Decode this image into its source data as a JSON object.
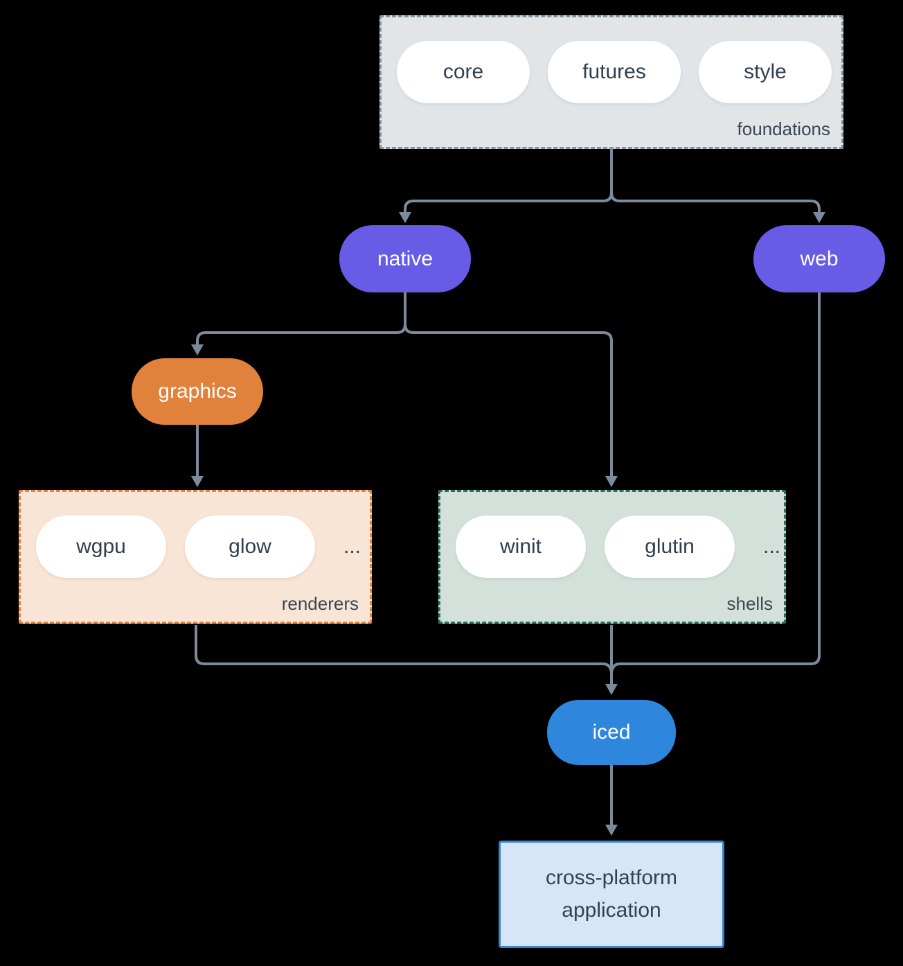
{
  "nodes": {
    "foundations": {
      "label": "foundations",
      "pills": [
        "core",
        "futures",
        "style"
      ]
    },
    "native": {
      "label": "native"
    },
    "web": {
      "label": "web"
    },
    "graphics": {
      "label": "graphics"
    },
    "renderers": {
      "label": "renderers",
      "pills": [
        "wgpu",
        "glow"
      ],
      "more": "..."
    },
    "shells": {
      "label": "shells",
      "pills": [
        "winit",
        "glutin"
      ],
      "more": "..."
    },
    "iced": {
      "label": "iced"
    },
    "application": {
      "line1": "cross-platform",
      "line2": "application"
    }
  },
  "edges": [
    {
      "from": "foundations",
      "to": "native"
    },
    {
      "from": "foundations",
      "to": "web"
    },
    {
      "from": "native",
      "to": "graphics"
    },
    {
      "from": "native",
      "to": "shells"
    },
    {
      "from": "graphics",
      "to": "renderers"
    },
    {
      "from": "renderers",
      "to": "iced"
    },
    {
      "from": "shells",
      "to": "iced"
    },
    {
      "from": "web",
      "to": "iced"
    },
    {
      "from": "iced",
      "to": "application"
    }
  ],
  "colors": {
    "background": "#000000",
    "connector": "#7b8b9b",
    "foundations_fill": "#e1e5e8",
    "foundations_border": "#8294a2",
    "purple_pill": "#685ce6",
    "orange_pill": "#e0813c",
    "renderers_fill": "#f9e5d6",
    "renderers_border": "#e8833c",
    "shells_fill": "#d4e1db",
    "shells_border": "#26705e",
    "iced_pill": "#2e87dc",
    "application_fill": "#d5e6f8",
    "application_border": "#3b82d0",
    "dark_text": "#2f3f4f",
    "white_text": "#ffffff"
  }
}
